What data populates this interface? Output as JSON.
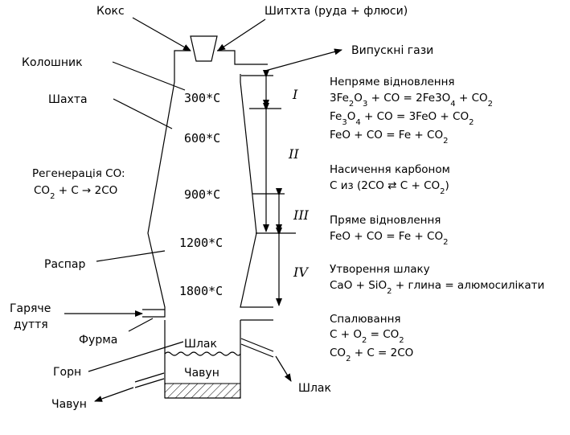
{
  "labels": {
    "koks": "Кокс",
    "shykhta": "Шитхта (руда + флюси)",
    "vypuskni_gazy": "Випускні гази",
    "koloshnyk": "Колошник",
    "shakhta": "Шахта",
    "rozpar": "Распар",
    "garyache_1": "Гаряче",
    "garyache_2": "дуття",
    "furma": "Фурма",
    "gorn": "Горн",
    "chavun_out": "Чавун",
    "shlak_out": "Шлак",
    "shlak_in": "Шлак",
    "chavun_in": "Чавун"
  },
  "regeneration": {
    "title": "Регенерація CO:",
    "eq": {
      "a": "CO",
      "a_sub": "2",
      "rest": " + C → 2CO"
    }
  },
  "temperatures": [
    "300*C",
    "600*C",
    "900*C",
    "1200*C",
    "1800*C"
  ],
  "zones": [
    "I",
    "II",
    "III",
    "IV"
  ],
  "processes": {
    "indirect": {
      "title": "Непряме відновлення",
      "eq1": {
        "p1": "3Fe",
        "s1": "2",
        "p2": "O",
        "s2": "3",
        "p3": " + CO = 2Fe3O",
        "s3": "4",
        "p4": " + CO",
        "s4": "2"
      },
      "eq2": {
        "p1": "Fe",
        "s1": "3",
        "p2": "O",
        "s2": "4",
        "p3": " + CO = 3FeO + CO",
        "s3": "2"
      },
      "eq3": {
        "p1": "FeO + CO = Fe + CO",
        "s1": "2"
      }
    },
    "carbon": {
      "title": "Насичення карбоном",
      "eq1": {
        "p1": "C из (2CO ⇄ C + CO",
        "s1": "2",
        "p2": ")"
      }
    },
    "direct": {
      "title": "Пряме відновлення",
      "eq1": {
        "p1": "FeO + CO = Fe + CO",
        "s1": "2"
      }
    },
    "slag": {
      "title": "Утворення шлаку",
      "eq1": {
        "p1": "CaO + SiO",
        "s1": "2",
        "p2": " + глина = алюмосилікати"
      }
    },
    "burn": {
      "title": "Спалювання",
      "eq1": {
        "p1": "C + O",
        "s1": "2",
        "p2": " = CO",
        "s2": "2"
      },
      "eq2": {
        "p1": "CO",
        "s1": "2",
        "p2": " + C = 2CO"
      }
    }
  }
}
